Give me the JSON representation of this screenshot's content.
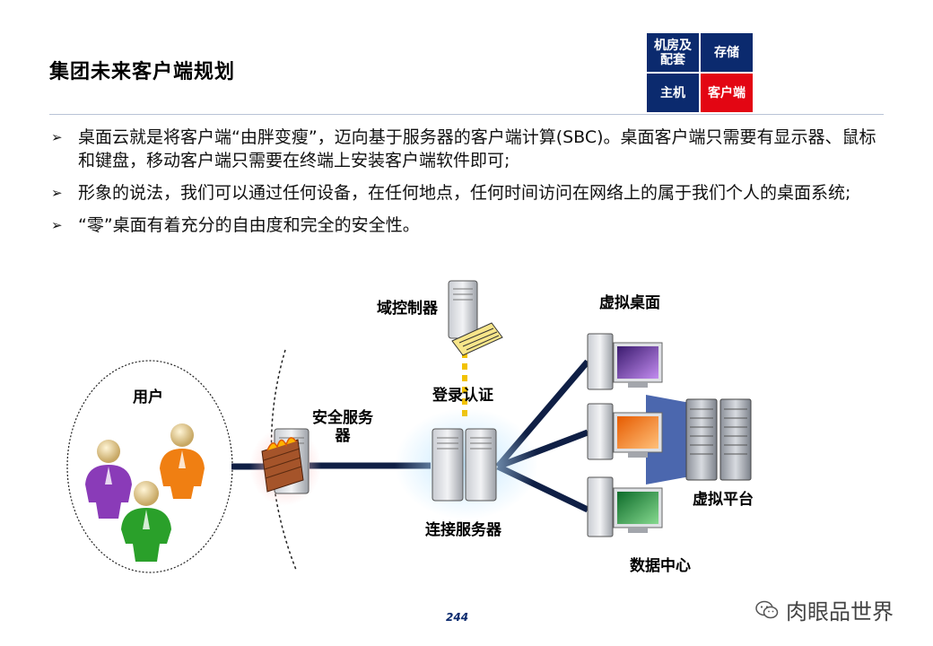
{
  "title": "集团未来客户端规划",
  "nav": [
    {
      "label": "机房及配套",
      "line1": "机房及",
      "line2": "配套",
      "color": "#0b2a6e"
    },
    {
      "label": "存储",
      "color": "#0b2a6e"
    },
    {
      "label": "主机",
      "color": "#0b2a6e"
    },
    {
      "label": "客户端",
      "color": "#e30613",
      "active": true
    }
  ],
  "bullets": [
    "桌面云就是将客户端“由胖变瘦”，迈向基于服务器的客户端计算(SBC)。桌面客户端只需要有显示器、鼠标和键盘，移动客户端只需要在终端上安装客户端软件即可;",
    "形象的说法，我们可以通过任何设备，在任何地点，任何时间访问在网络上的属于我们个人的桌面系统;",
    "“零”桌面有着充分的自由度和完全的安全性。"
  ],
  "diagram": {
    "users": "用户",
    "security_server_line1": "安全服务",
    "security_server_line2": "器",
    "domain_controller": "域控制器",
    "login_auth": "登录认证",
    "connection_server": "连接服务器",
    "virtual_desktop": "虚拟桌面",
    "virtual_platform": "虚拟平台",
    "data_center": "数据中心"
  },
  "page_number": "244",
  "watermark": "肉眼品世界",
  "colors": {
    "nav_blue": "#0b2a6e",
    "nav_active": "#e30613",
    "link_line": "#0f1f45",
    "auth_dashes": "#f2c200",
    "user_purple": "#8a3bb8",
    "user_orange": "#f07f12",
    "user_green": "#2aa02a"
  }
}
